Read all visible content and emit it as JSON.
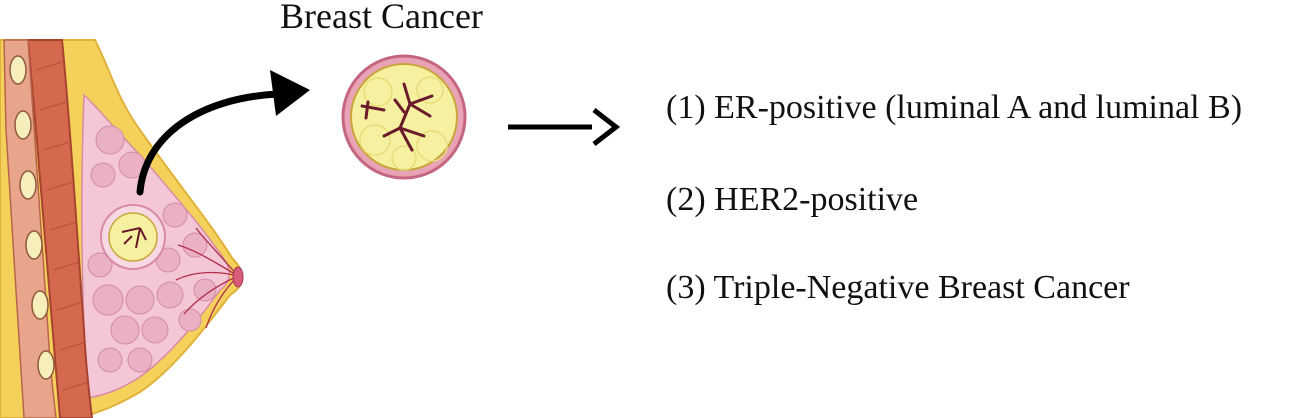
{
  "diagram": {
    "title": "Breast Cancer",
    "subtypes": [
      "(1) ER-positive (luminal A and luminal B)",
      "(2) HER2-positive",
      "(3) Triple-Negative Breast Cancer"
    ]
  },
  "colors": {
    "skin": "#f4d15a",
    "skin_outline": "#e0b23a",
    "tissue": "#f3c7d6",
    "lobule": "#e8a8bf",
    "muscle": "#d4694e",
    "muscle_dark": "#a8432f",
    "rib": "#f6eebb",
    "tumor": "#f6f1a0",
    "tumor_ring": "#d96a86",
    "vessel": "#7a1b2e",
    "arrow": "#000000"
  }
}
